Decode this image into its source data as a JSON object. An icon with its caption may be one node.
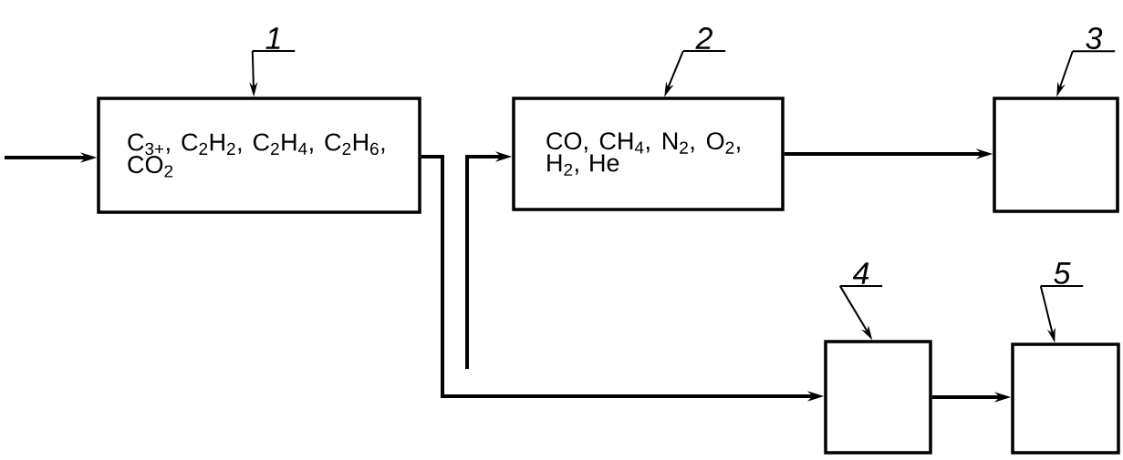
{
  "diagram": {
    "nodes": [
      {
        "text": [
          "C$_{3+}$, C$_{2}$H$_{2}$, C$_{2}$H$_{4}$, C$_{2}$H$_{6}$, CO$_{2}$"
        ]
      },
      {
        "text": [
          "CO, CH$_{4}$, N$_{2}$, O$_{2}$, H$_{2}$, He"
        ]
      },
      {
        "text": [],
        "shape": "box"
      },
      {
        "text": [],
        "shape": "box"
      },
      {
        "text": [],
        "shape": "box"
      },
      {
        "text": [
          "1"
        ]
      },
      {
        "text": [
          "2"
        ]
      },
      {
        "text": [
          "3"
        ]
      },
      {
        "text": [
          "4"
        ]
      },
      {
        "text": [
          "5"
        ]
      }
    ],
    "edges": [
      {
        "from": null,
        "to": 0,
        "arrow": "to",
        "style": "thick"
      },
      {
        "from": 0,
        "to": 3,
        "arrow": "to",
        "style": "thick"
      },
      {
        "from": null,
        "to": 1,
        "arrow": "to",
        "style": "thick"
      },
      {
        "from": 1,
        "to": 2,
        "arrow": "to",
        "style": "thick"
      },
      {
        "from": 3,
        "to": 4,
        "arrow": "to",
        "style": "thick"
      },
      {
        "from": 5,
        "to": 0,
        "arrow": "to"
      },
      {
        "from": 6,
        "to": 1,
        "arrow": "to"
      },
      {
        "from": 7,
        "to": 2,
        "arrow": "to"
      },
      {
        "from": 8,
        "to": 3,
        "arrow": "to"
      },
      {
        "from": 9,
        "to": 4,
        "arrow": "to"
      }
    ]
  }
}
